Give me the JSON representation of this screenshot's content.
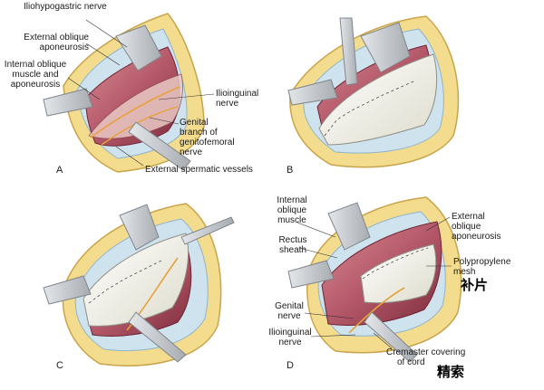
{
  "panels": {
    "a": {
      "letter": "A"
    },
    "b": {
      "letter": "B"
    },
    "c": {
      "letter": "C"
    },
    "d": {
      "letter": "D"
    }
  },
  "labels_a": {
    "iliohypogastric": "Iliohypogastric nerve",
    "ext_oblique_1": "External oblique",
    "ext_oblique_2": "aponeurosis",
    "int_oblique_1": "Internal oblique",
    "int_oblique_2": "muscle and",
    "int_oblique_3": "aponeurosis",
    "ilioinguinal_1": "Ilioinguinal",
    "ilioinguinal_2": "nerve",
    "genital_1": "Genital",
    "genital_2": "branch of",
    "genital_3": "genitofemoral",
    "genital_4": "nerve",
    "spermatic": "External spermatic vessels"
  },
  "labels_d": {
    "int_oblique_1": "Internal",
    "int_oblique_2": "oblique",
    "int_oblique_3": "muscle",
    "rectus_1": "Rectus",
    "rectus_2": "sheath",
    "ext_oblique_1": "External",
    "ext_oblique_2": "oblique",
    "ext_oblique_3": "aponeurosis",
    "mesh_1": "Polypropylene",
    "mesh_2": "mesh",
    "genital_1": "Genital",
    "genital_2": "nerve",
    "ilioinguinal_1": "Ilioinguinal",
    "ilioinguinal_2": "nerve",
    "cremaster_1": "Cremaster covering",
    "cremaster_2": "of cord"
  },
  "annotations": {
    "patch": "补片",
    "cord": "精索"
  },
  "colors": {
    "fat": "#f3dc8e",
    "fat_edge": "#c9a44a",
    "drape": "#cfe3ef",
    "muscle": "#b5596a",
    "muscle_dark": "#7c2c3c",
    "mesh": "#efeee4",
    "retractor": "#c9cccf",
    "nerve": "#e8a13a"
  }
}
